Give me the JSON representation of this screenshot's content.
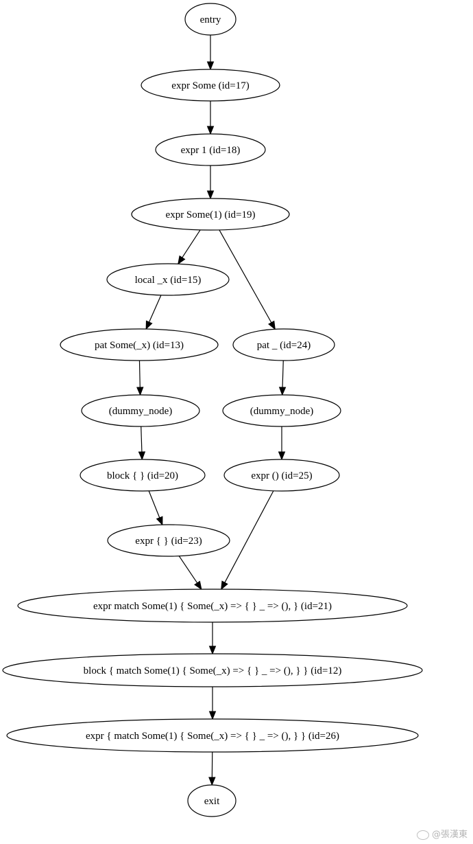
{
  "graph": {
    "nodes": [
      {
        "id": "entry",
        "label": "entry"
      },
      {
        "id": "n17",
        "label": "expr Some (id=17)"
      },
      {
        "id": "n18",
        "label": "expr 1 (id=18)"
      },
      {
        "id": "n19",
        "label": "expr Some(1) (id=19)"
      },
      {
        "id": "n15",
        "label": "local _x (id=15)"
      },
      {
        "id": "n13",
        "label": "pat Some(_x) (id=13)"
      },
      {
        "id": "n24",
        "label": "pat _ (id=24)"
      },
      {
        "id": "dummyL",
        "label": "(dummy_node)"
      },
      {
        "id": "dummyR",
        "label": "(dummy_node)"
      },
      {
        "id": "n20",
        "label": "block { } (id=20)"
      },
      {
        "id": "n25",
        "label": "expr () (id=25)"
      },
      {
        "id": "n23",
        "label": "expr { } (id=23)"
      },
      {
        "id": "n21",
        "label": "expr match Some(1) { Some(_x) => { } _ => (), } (id=21)"
      },
      {
        "id": "n12",
        "label": "block { match Some(1) { Some(_x) => { } _ => (), } } (id=12)"
      },
      {
        "id": "n26",
        "label": "expr { match Some(1) { Some(_x) => { } _ => (), } } (id=26)"
      },
      {
        "id": "exit",
        "label": "exit"
      }
    ],
    "edges": [
      {
        "from": "entry",
        "to": "n17"
      },
      {
        "from": "n17",
        "to": "n18"
      },
      {
        "from": "n18",
        "to": "n19"
      },
      {
        "from": "n19",
        "to": "n15"
      },
      {
        "from": "n19",
        "to": "n24"
      },
      {
        "from": "n15",
        "to": "n13"
      },
      {
        "from": "n13",
        "to": "dummyL"
      },
      {
        "from": "n24",
        "to": "dummyR"
      },
      {
        "from": "dummyL",
        "to": "n20"
      },
      {
        "from": "dummyR",
        "to": "n25"
      },
      {
        "from": "n20",
        "to": "n23"
      },
      {
        "from": "n23",
        "to": "n21"
      },
      {
        "from": "n25",
        "to": "n21"
      },
      {
        "from": "n21",
        "to": "n12"
      },
      {
        "from": "n12",
        "to": "n26"
      },
      {
        "from": "n26",
        "to": "exit"
      }
    ]
  },
  "watermark": {
    "text": "@張漢東"
  }
}
